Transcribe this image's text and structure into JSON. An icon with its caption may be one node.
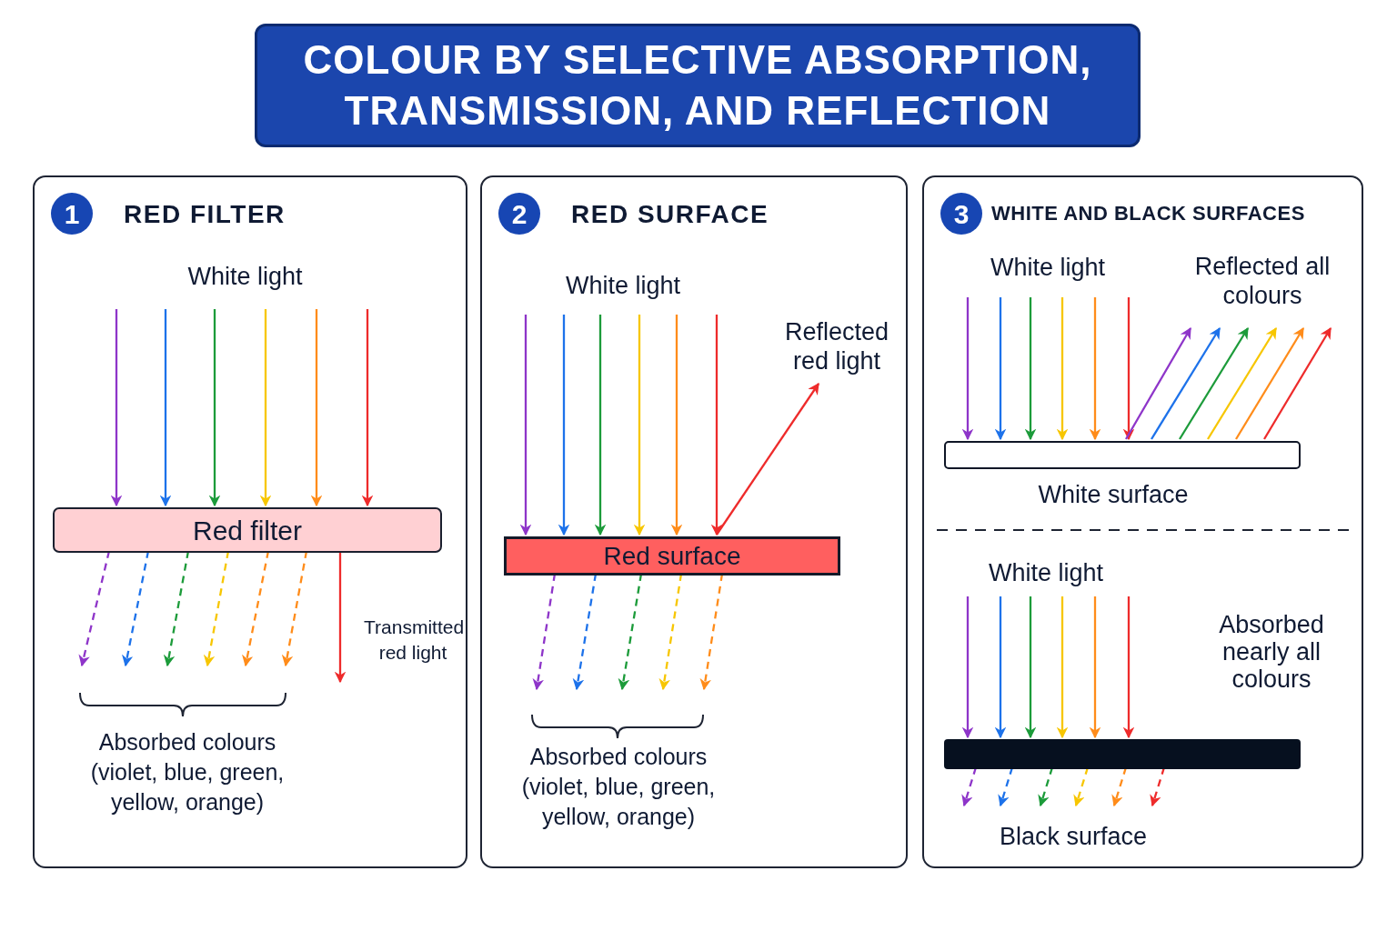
{
  "diagram": {
    "title": "COLOUR BY SELECTIVE ABSORPTION, TRANSMISSION, AND REFLECTION",
    "nodes": [
      {
        "text": [
          "1",
          "RED FILTER"
        ]
      },
      {
        "text": [
          "White light"
        ],
        "in": 0
      },
      {
        "text": [
          "Red filter"
        ],
        "in": 0
      },
      {
        "text": [
          "2",
          "RED SURFACE"
        ]
      },
      {
        "text": [
          "White light"
        ],
        "in": 3
      },
      {
        "text": [
          "Red surface"
        ],
        "in": 3
      },
      {
        "text": [
          "Reflected red light"
        ],
        "in": 3
      },
      {
        "text": [
          "3",
          "WHITE AND BLACK SURFACES"
        ]
      },
      {
        "text": [
          "White light"
        ],
        "in": 7
      },
      {
        "text": [
          "Reflected all colours"
        ],
        "in": 7
      },
      {
        "text": [],
        "shape": "bar",
        "beside": [
          "White surface"
        ],
        "in": 7
      },
      {
        "text": [
          "White light"
        ],
        "in": 7
      },
      {
        "text": [],
        "shape": "bar",
        "beside": [
          "Black surface"
        ],
        "in": 7
      }
    ],
    "edges": [
      {
        "from": 1,
        "to": 2,
        "arrow": "to",
        "color": "#8e35c9"
      },
      {
        "from": 1,
        "to": 2,
        "arrow": "to",
        "color": "#1d72ea"
      },
      {
        "from": 1,
        "to": 2,
        "arrow": "to",
        "color": "#1c9b3a"
      },
      {
        "from": 1,
        "to": 2,
        "arrow": "to",
        "color": "#f7c600"
      },
      {
        "from": 1,
        "to": 2,
        "arrow": "to",
        "color": "#ff8c1a"
      },
      {
        "from": 1,
        "to": 2,
        "arrow": "to",
        "color": "#ee2b2b"
      },
      {
        "from": 2,
        "to": null,
        "arrow": "to",
        "style": "dashed",
        "color": "#8e35c9"
      },
      {
        "from": 2,
        "to": null,
        "arrow": "to",
        "style": "dashed",
        "color": "#1d72ea"
      },
      {
        "from": 2,
        "to": null,
        "arrow": "to",
        "style": "dashed",
        "color": "#1c9b3a"
      },
      {
        "from": 2,
        "to": null,
        "arrow": "to",
        "style": "dashed",
        "color": "#f7c600"
      },
      {
        "from": 2,
        "to": null,
        "arrow": "to",
        "style": "dashed",
        "color": "#ff8c1a"
      },
      {
        "from": 2,
        "to": null,
        "arrow": "to",
        "style": "dashed",
        "color": "#ff8c1a"
      },
      {
        "from": 2,
        "to": null,
        "arrow": "to",
        "color": "#ee2b2b"
      },
      {
        "from": 4,
        "to": 5,
        "arrow": "to",
        "color": "#8e35c9"
      },
      {
        "from": 4,
        "to": 5,
        "arrow": "to",
        "color": "#1d72ea"
      },
      {
        "from": 4,
        "to": 5,
        "arrow": "to",
        "color": "#1c9b3a"
      },
      {
        "from": 4,
        "to": 5,
        "arrow": "to",
        "color": "#f7c600"
      },
      {
        "from": 4,
        "to": 5,
        "arrow": "to",
        "color": "#ff8c1a"
      },
      {
        "from": 4,
        "to": 5,
        "arrow": "to",
        "color": "#ee2b2b"
      },
      {
        "from": 5,
        "to": 6,
        "arrow": "to",
        "color": "#ee2b2b"
      },
      {
        "from": 5,
        "to": null,
        "arrow": "to",
        "style": "dashed",
        "color": "#8e35c9"
      },
      {
        "from": 5,
        "to": null,
        "arrow": "to",
        "style": "dashed",
        "color": "#1d72ea"
      },
      {
        "from": 5,
        "to": null,
        "arrow": "to",
        "style": "dashed",
        "color": "#1c9b3a"
      },
      {
        "from": 5,
        "to": null,
        "arrow": "to",
        "style": "dashed",
        "color": "#f7c600"
      },
      {
        "from": 5,
        "to": null,
        "arrow": "to",
        "style": "dashed",
        "color": "#ff8c1a"
      },
      {
        "from": 8,
        "to": 10,
        "arrow": "to",
        "color": "#8e35c9"
      },
      {
        "from": 8,
        "to": 10,
        "arrow": "to",
        "color": "#1d72ea"
      },
      {
        "from": 8,
        "to": 10,
        "arrow": "to",
        "color": "#1c9b3a"
      },
      {
        "from": 8,
        "to": 10,
        "arrow": "to",
        "color": "#f7c600"
      },
      {
        "from": 8,
        "to": 10,
        "arrow": "to",
        "color": "#ff8c1a"
      },
      {
        "from": 8,
        "to": 10,
        "arrow": "to",
        "color": "#ee2b2b"
      },
      {
        "from": 10,
        "to": 9,
        "arrow": "to",
        "color": "#8e35c9"
      },
      {
        "from": 10,
        "to": 9,
        "arrow": "to",
        "color": "#1d72ea"
      },
      {
        "from": 10,
        "to": 9,
        "arrow": "to",
        "color": "#1c9b3a"
      },
      {
        "from": 10,
        "to": 9,
        "arrow": "to",
        "color": "#f7c600"
      },
      {
        "from": 10,
        "to": 9,
        "arrow": "to",
        "color": "#ff8c1a"
      },
      {
        "from": 10,
        "to": 9,
        "arrow": "to",
        "color": "#ee2b2b"
      },
      {
        "from": 11,
        "to": 12,
        "arrow": "to",
        "color": "#8e35c9"
      },
      {
        "from": 11,
        "to": 12,
        "arrow": "to",
        "color": "#1d72ea"
      },
      {
        "from": 11,
        "to": 12,
        "arrow": "to",
        "color": "#1c9b3a"
      },
      {
        "from": 11,
        "to": 12,
        "arrow": "to",
        "color": "#f7c600"
      },
      {
        "from": 11,
        "to": 12,
        "arrow": "to",
        "color": "#ff8c1a"
      },
      {
        "from": 11,
        "to": 12,
        "arrow": "to",
        "color": "#ee2b2b"
      },
      {
        "from": 12,
        "to": null,
        "arrow": "to",
        "style": "dashed",
        "color": "#8e35c9"
      },
      {
        "from": 12,
        "to": null,
        "arrow": "to",
        "style": "dashed",
        "color": "#1d72ea"
      },
      {
        "from": 12,
        "to": null,
        "arrow": "to",
        "style": "dashed",
        "color": "#1c9b3a"
      },
      {
        "from": 12,
        "to": null,
        "arrow": "to",
        "style": "dashed",
        "color": "#f7c600"
      },
      {
        "from": 12,
        "to": null,
        "arrow": "to",
        "style": "dashed",
        "color": "#ff8c1a"
      },
      {
        "from": 12,
        "to": null,
        "arrow": "to",
        "style": "dashed",
        "color": "#ee2b2b"
      }
    ],
    "labels": [
      "Transmitted red light",
      "Absorbed colours (violet, blue, green, yellow, orange)",
      "Absorbed colours (violet, blue, green, yellow, orange)",
      "Absorbed nearly all colours"
    ]
  }
}
